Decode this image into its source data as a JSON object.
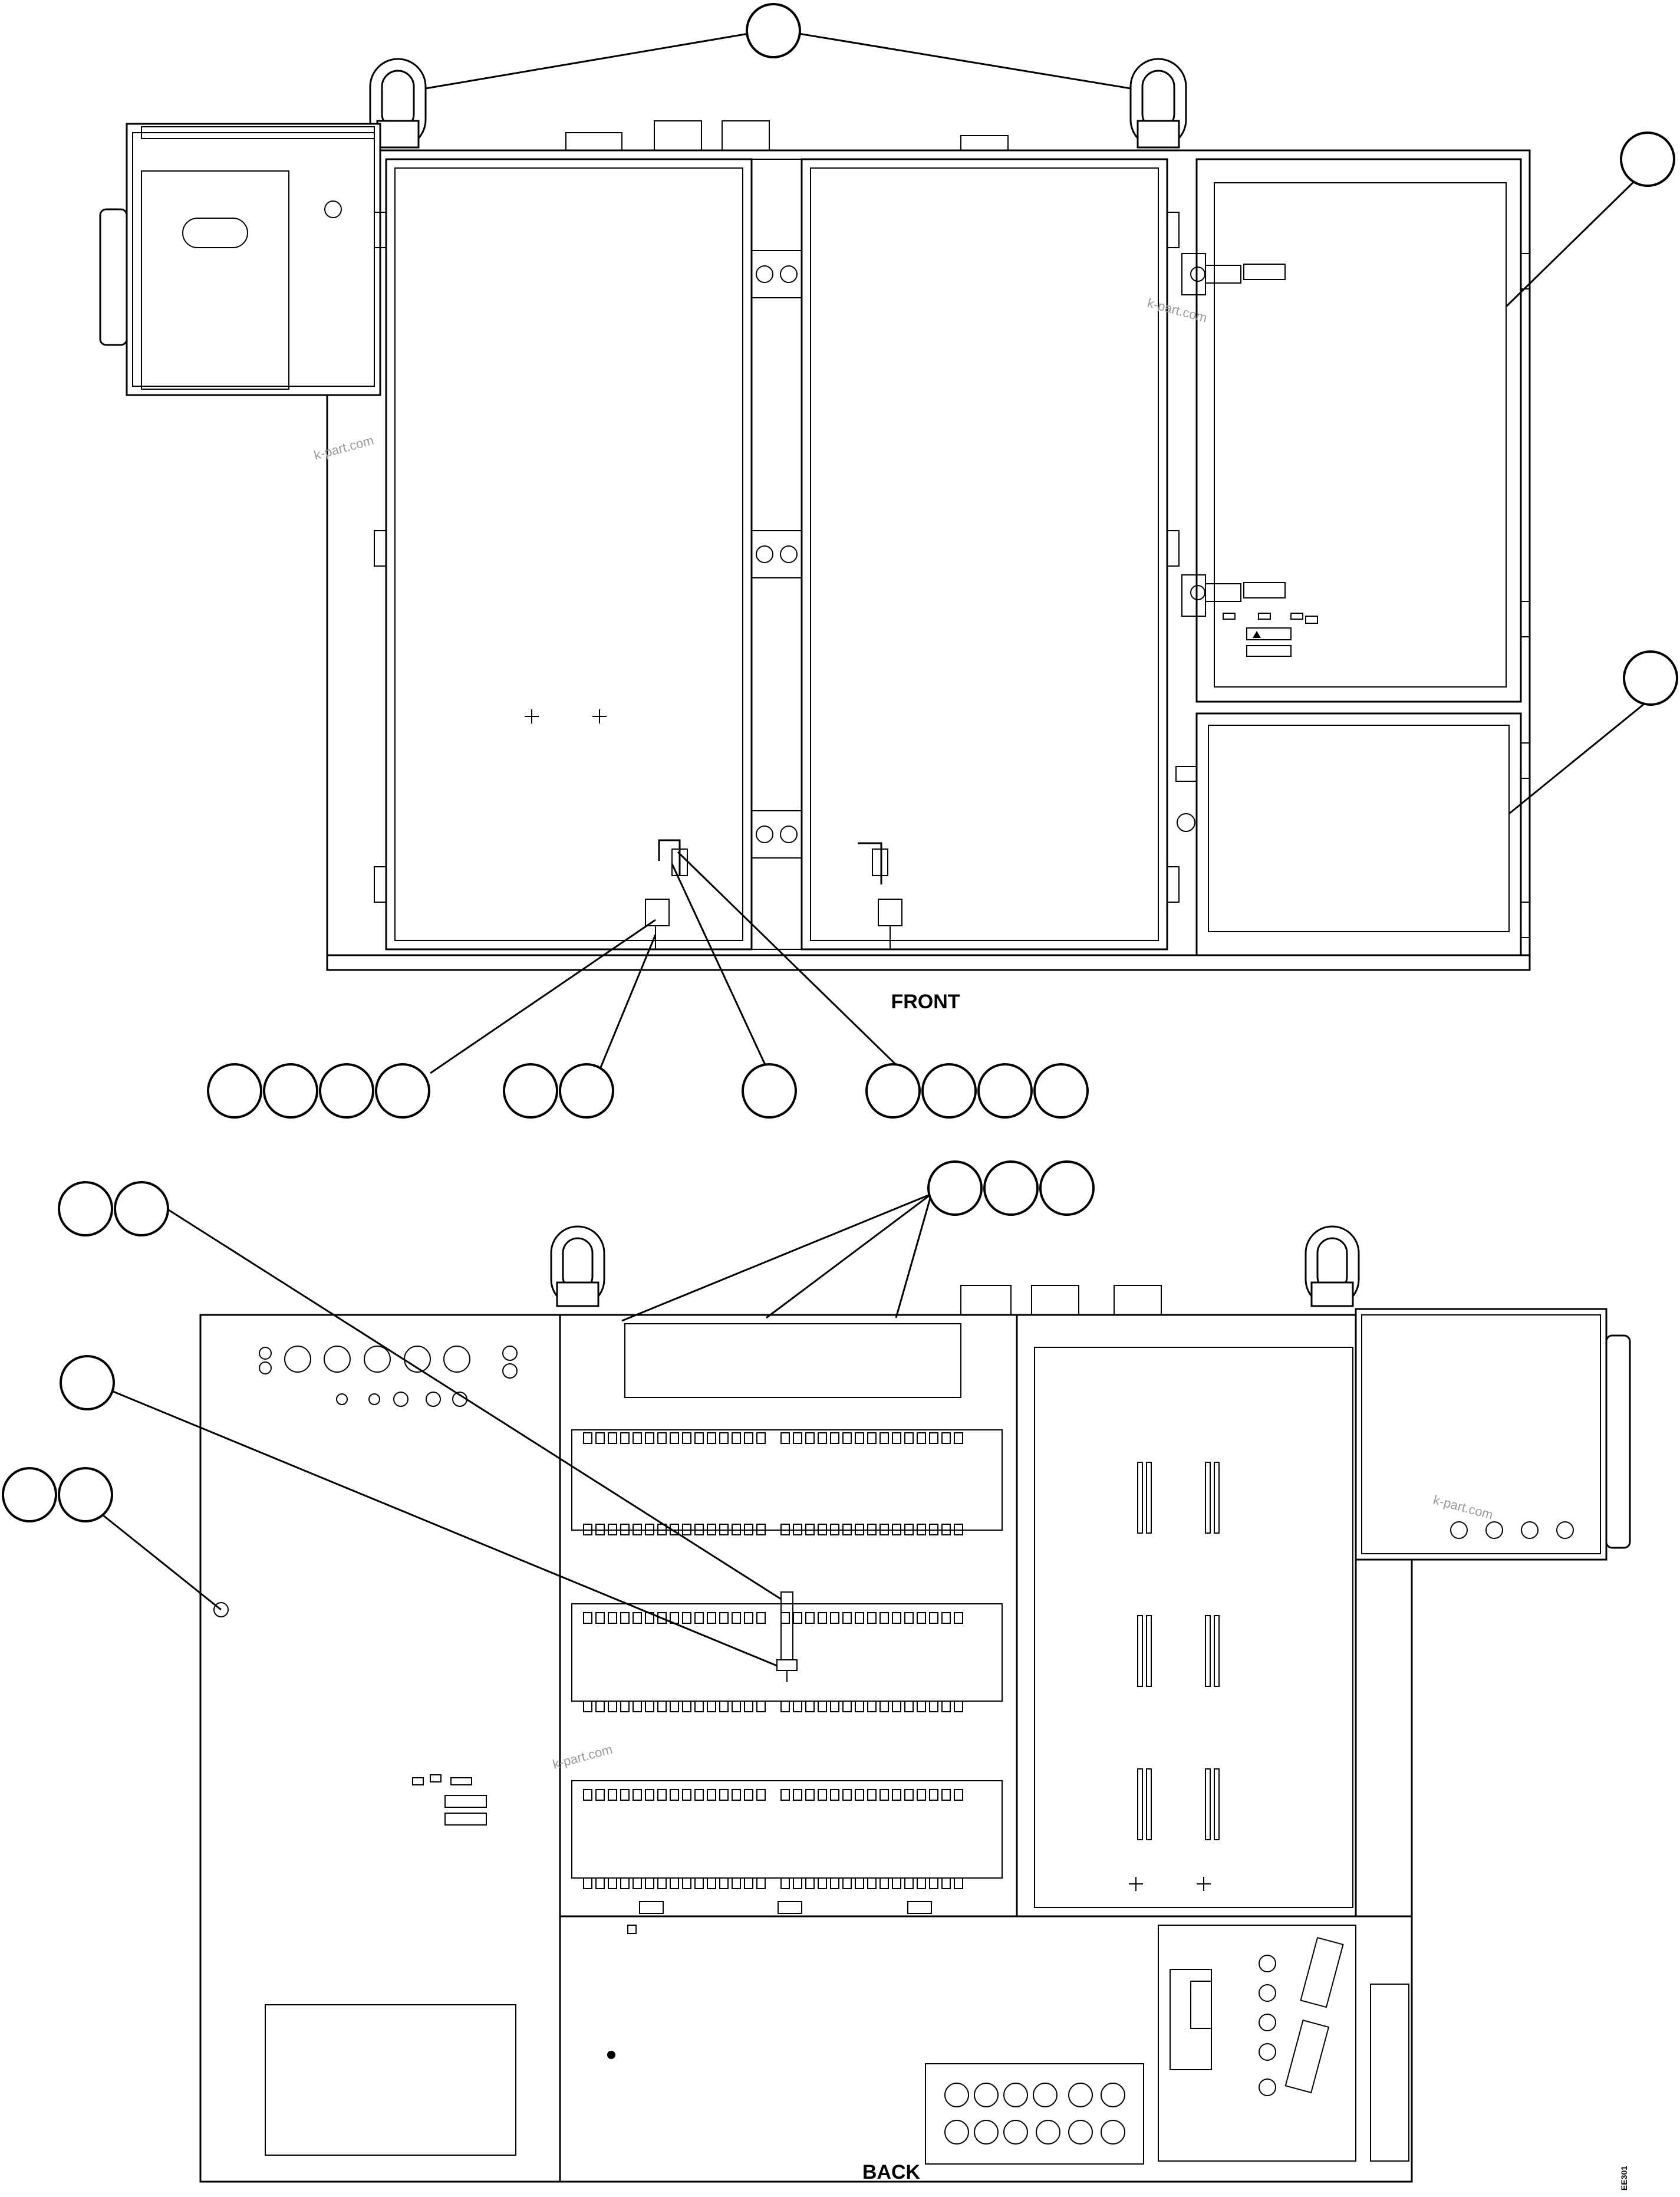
{
  "views": {
    "front": {
      "label": "FRONT"
    },
    "back": {
      "label": "BACK"
    }
  },
  "watermark": "k-part.com",
  "drawing_code": "EE301"
}
